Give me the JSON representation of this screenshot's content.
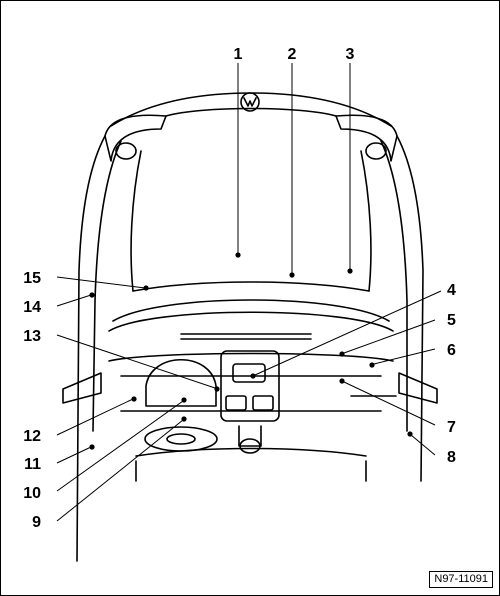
{
  "figure": {
    "reference_code": "N97-11091",
    "callouts": [
      "1",
      "2",
      "3",
      "4",
      "5",
      "6",
      "7",
      "8",
      "9",
      "10",
      "11",
      "12",
      "13",
      "14",
      "15"
    ]
  }
}
